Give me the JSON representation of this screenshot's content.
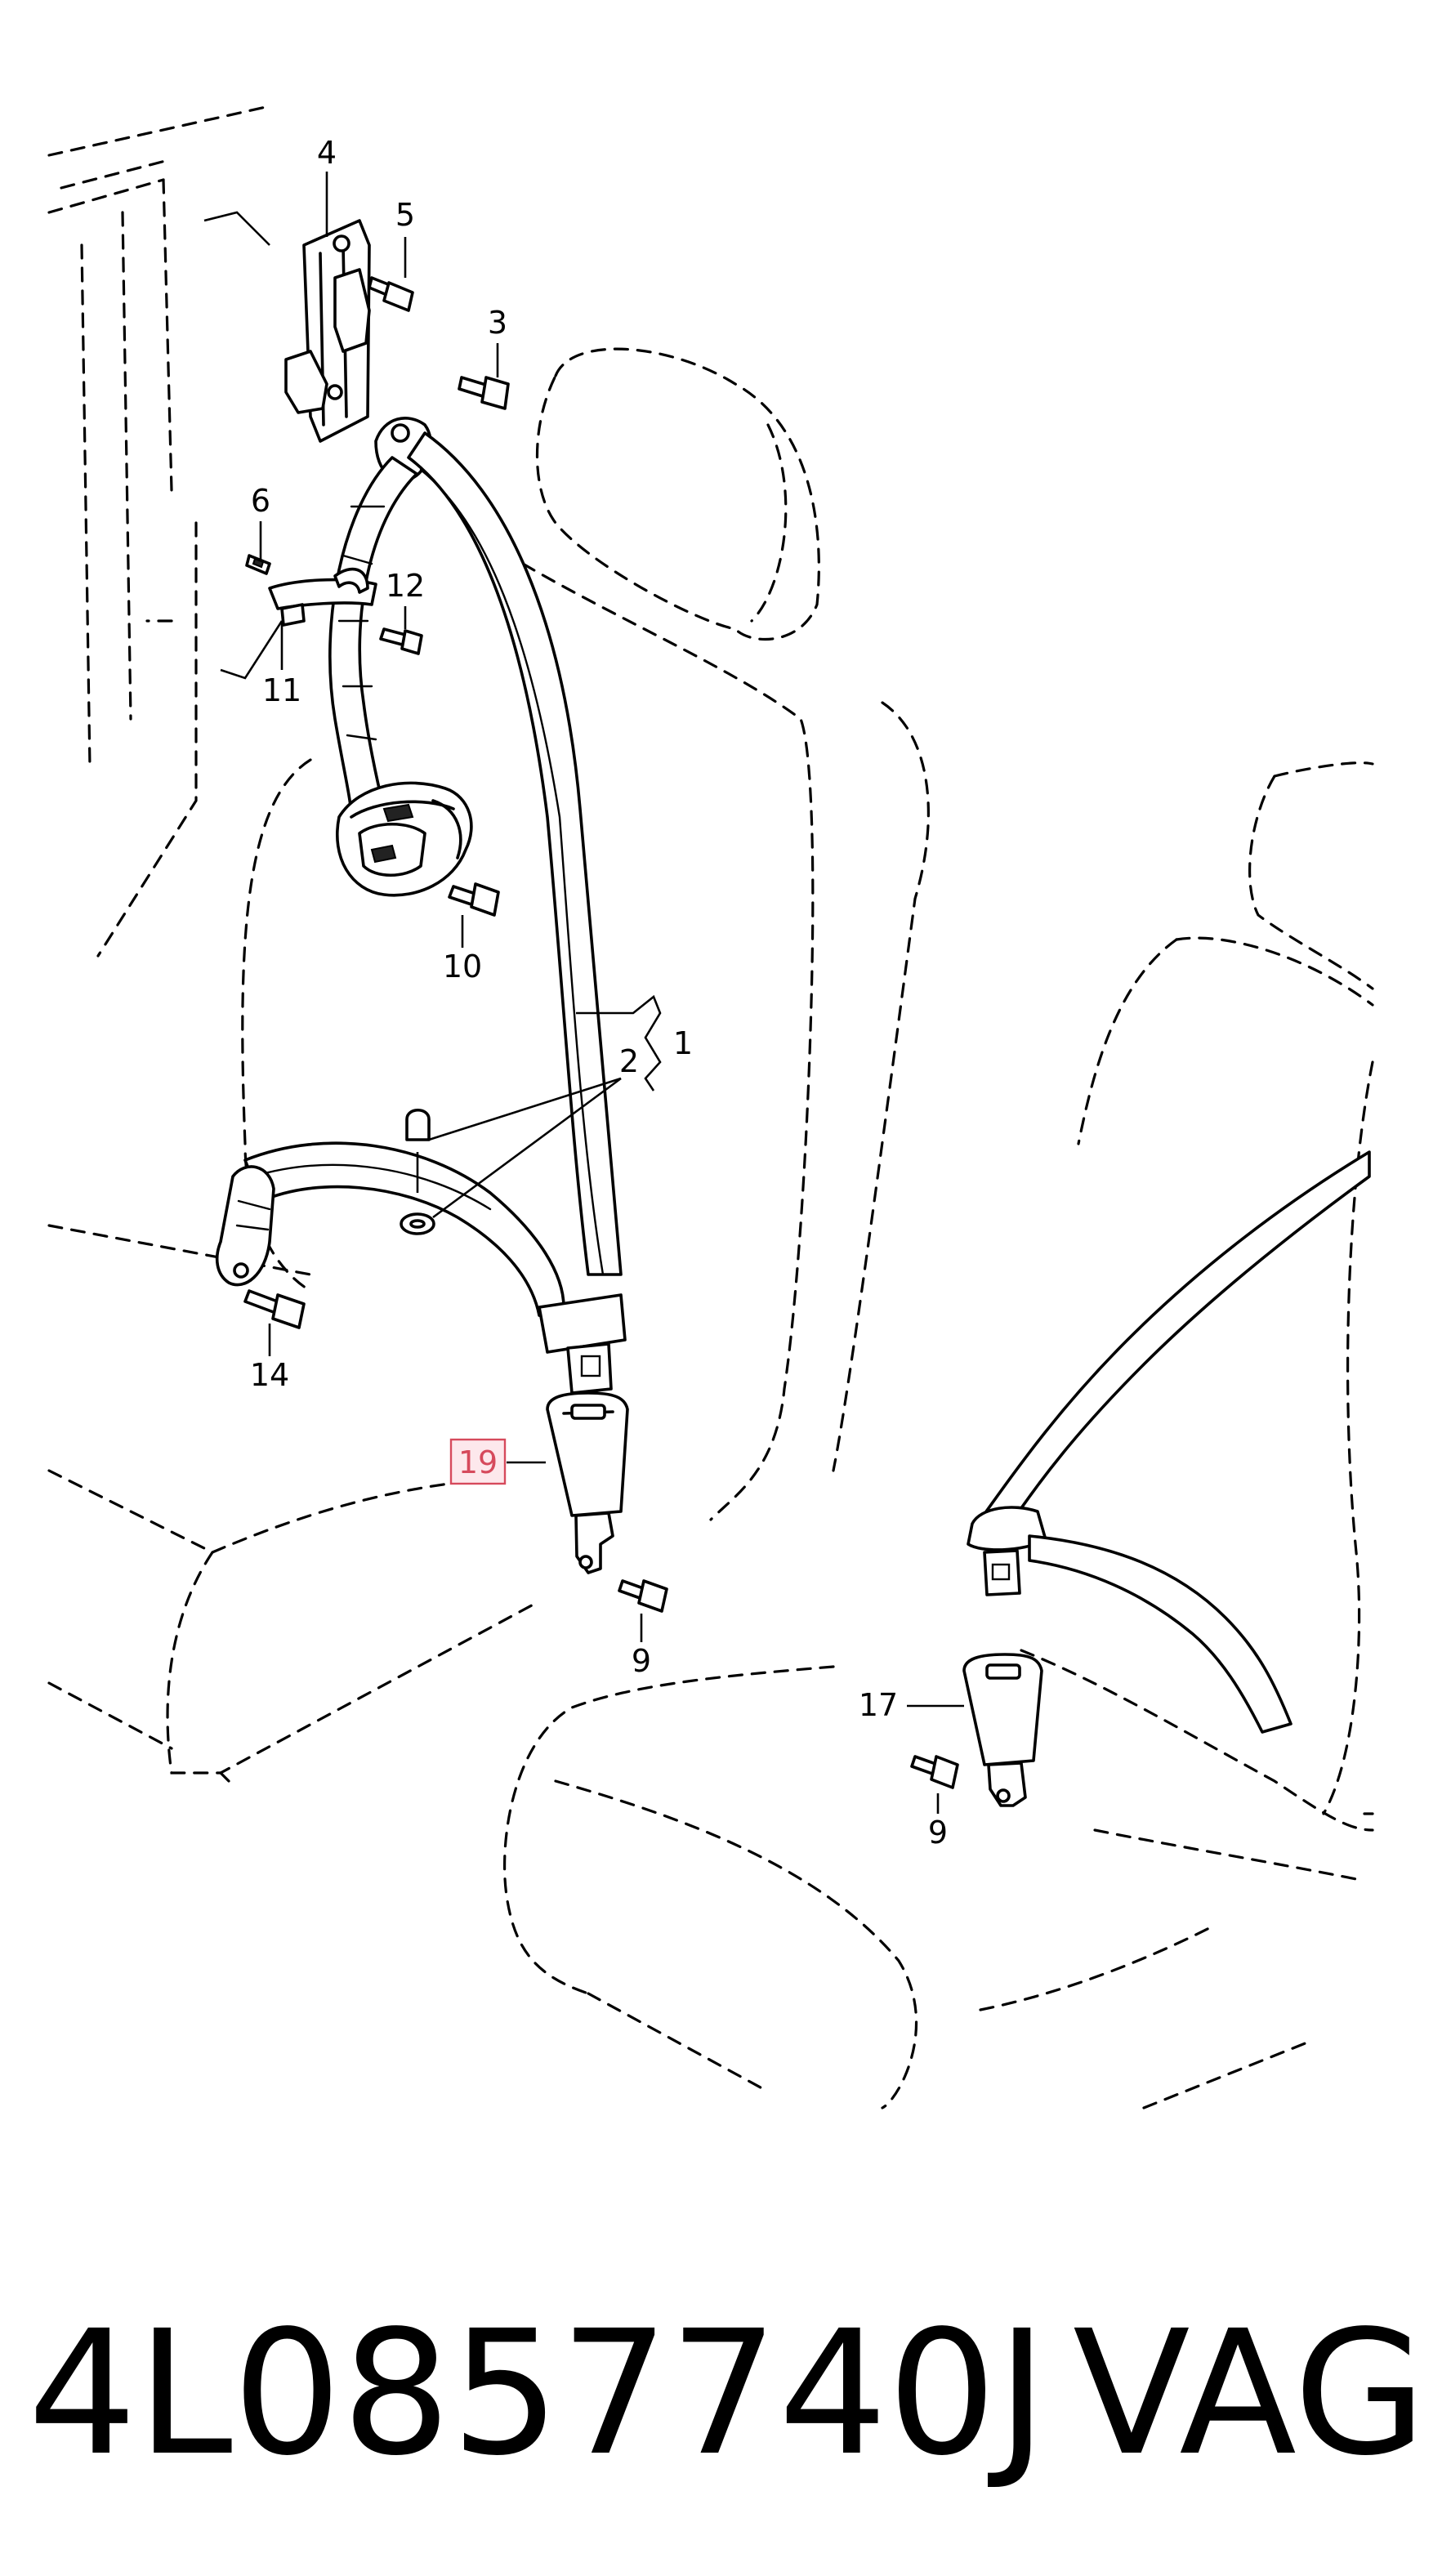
{
  "diagram": {
    "callouts": [
      "4",
      "5",
      "3",
      "6",
      "12",
      "11",
      "10",
      "1",
      "2",
      "14",
      "9",
      "17",
      "9"
    ],
    "highlighted_callout": "19"
  },
  "footer": {
    "part_number": "4L0857740J",
    "brand": "VAG"
  },
  "colors": {
    "highlight_stroke": "#d64a5c",
    "highlight_fill": "#fde8ec"
  }
}
